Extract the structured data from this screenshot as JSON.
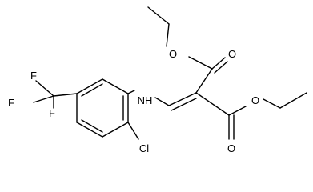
{
  "molecule": {
    "atoms": {
      "F1": "F",
      "F2": "F",
      "F3": "F",
      "NH": "NH",
      "Cl": "Cl",
      "O_ester1_single": "O",
      "O_ester1_carbonyl": "O",
      "O_ester2_single": "O",
      "O_ester2_carbonyl": "O"
    }
  },
  "colors": {
    "bond": "#000000",
    "label": "#000000",
    "background": "#ffffff"
  }
}
